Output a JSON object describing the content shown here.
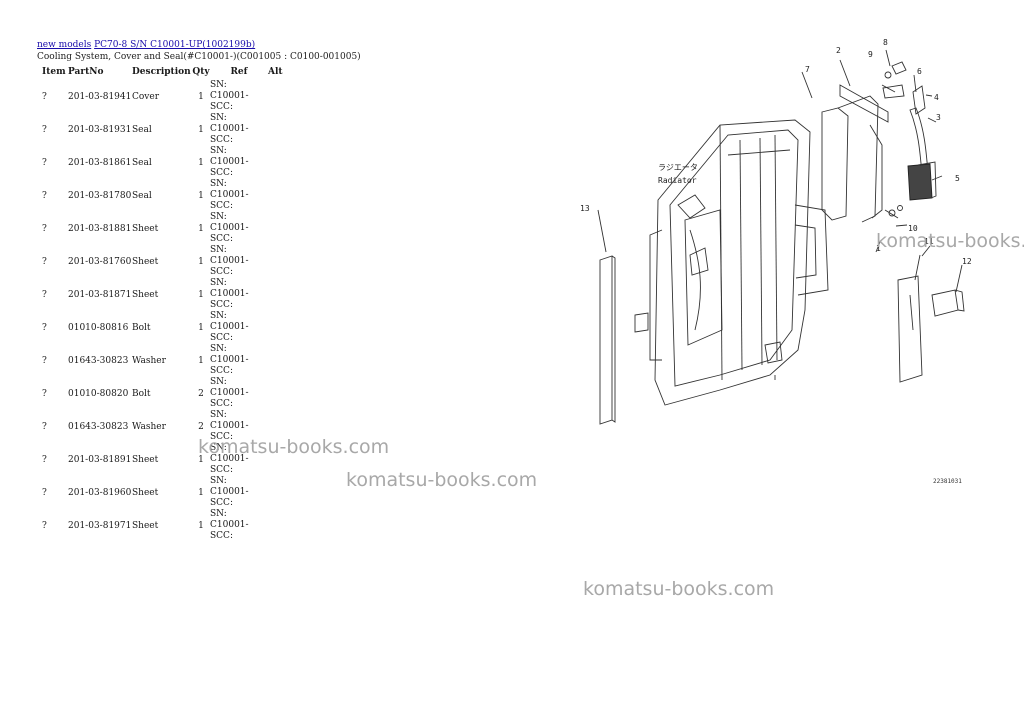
{
  "breadcrumb": {
    "root_link": "new models",
    "model_link": "PC70-8 S/N C10001-UP(1002199b)"
  },
  "subtitle": "Cooling System, Cover and Seal(#C10001-)(C001005 : C0100-001005)",
  "table": {
    "headers": {
      "item": "Item",
      "partno": "PartNo",
      "description": "Description",
      "qty": "Qty",
      "ref": "Ref",
      "alt": "Alt"
    },
    "rows": [
      {
        "item": "?",
        "partno": "201-03-81941",
        "description": "Cover",
        "qty": "1",
        "ref": "SN: C10001-SCC:"
      },
      {
        "item": "?",
        "partno": "201-03-81931",
        "description": "Seal",
        "qty": "1",
        "ref": "SN: C10001-SCC:"
      },
      {
        "item": "?",
        "partno": "201-03-81861",
        "description": "Seal",
        "qty": "1",
        "ref": "SN: C10001-SCC:"
      },
      {
        "item": "?",
        "partno": "201-03-81780",
        "description": "Seal",
        "qty": "1",
        "ref": "SN: C10001-SCC:"
      },
      {
        "item": "?",
        "partno": "201-03-81881",
        "description": "Sheet",
        "qty": "1",
        "ref": "SN: C10001-SCC:"
      },
      {
        "item": "?",
        "partno": "201-03-81760",
        "description": "Sheet",
        "qty": "1",
        "ref": "SN: C10001-SCC:"
      },
      {
        "item": "?",
        "partno": "201-03-81871",
        "description": "Sheet",
        "qty": "1",
        "ref": "SN: C10001-SCC:"
      },
      {
        "item": "?",
        "partno": "01010-80816",
        "description": "Bolt",
        "qty": "1",
        "ref": "SN: C10001-SCC:"
      },
      {
        "item": "?",
        "partno": "01643-30823",
        "description": "Washer",
        "qty": "1",
        "ref": "SN: C10001-SCC:"
      },
      {
        "item": "?",
        "partno": "01010-80820",
        "description": "Bolt",
        "qty": "2",
        "ref": "SN: C10001-SCC:"
      },
      {
        "item": "?",
        "partno": "01643-30823",
        "description": "Washer",
        "qty": "2",
        "ref": "SN: C10001-SCC:"
      },
      {
        "item": "?",
        "partno": "201-03-81891",
        "description": "Sheet",
        "qty": "1",
        "ref": "SN: C10001-SCC:"
      },
      {
        "item": "?",
        "partno": "201-03-81960",
        "description": "Sheet",
        "qty": "1",
        "ref": "SN: C10001-SCC:"
      },
      {
        "item": "?",
        "partno": "201-03-81971",
        "description": "Sheet",
        "qty": "1",
        "ref": "SN: C10001-SCC:"
      }
    ]
  },
  "watermarks": [
    "komatsu-books.com",
    "komatsu-books.com",
    "komatsu-books.com",
    "komatsu-books.com"
  ],
  "drawing": {
    "callouts": [
      "2",
      "9",
      "8",
      "7",
      "6",
      "4",
      "3",
      "5",
      "13",
      "10",
      "1",
      "11",
      "12"
    ],
    "radiator_label_jp": "ラジエータ",
    "radiator_label_en": "Radiator",
    "figure_code": "22381031"
  }
}
